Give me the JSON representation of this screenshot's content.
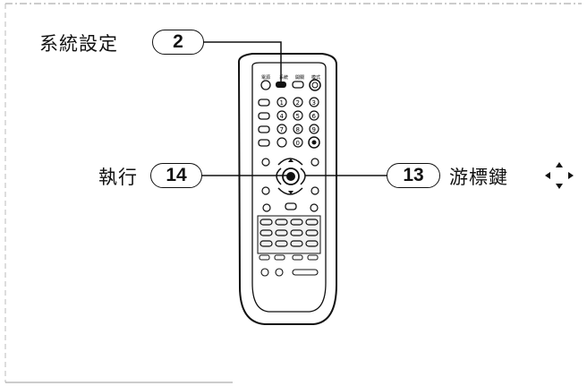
{
  "callouts": {
    "system_settings": {
      "label": "系統設定",
      "number": "2"
    },
    "execute": {
      "label": "執行",
      "number": "14"
    },
    "cursor_keys": {
      "label": "游標鍵",
      "number": "13"
    }
  },
  "icons": {
    "cursor_symbol": "four-way-arrow-icon"
  },
  "remote": {
    "digits": [
      "1",
      "2",
      "3",
      "4",
      "5",
      "6",
      "7",
      "8",
      "9",
      "0"
    ]
  }
}
